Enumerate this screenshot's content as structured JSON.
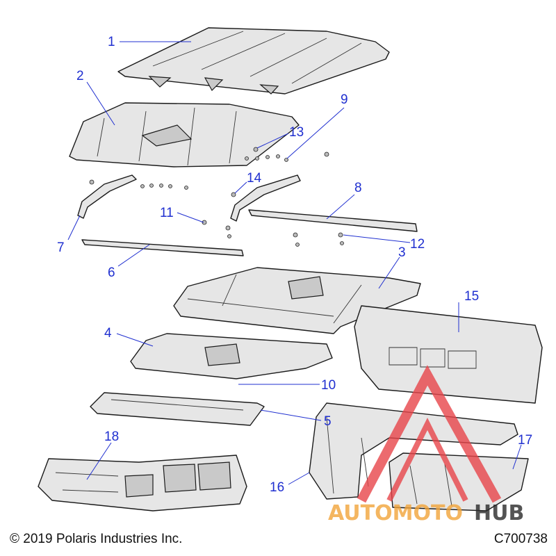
{
  "callouts": [
    {
      "id": "1",
      "label": "1"
    },
    {
      "id": "2",
      "label": "2"
    },
    {
      "id": "3",
      "label": "3"
    },
    {
      "id": "4",
      "label": "4"
    },
    {
      "id": "5",
      "label": "5"
    },
    {
      "id": "6",
      "label": "6"
    },
    {
      "id": "7",
      "label": "7"
    },
    {
      "id": "8",
      "label": "8"
    },
    {
      "id": "9",
      "label": "9"
    },
    {
      "id": "10",
      "label": "10"
    },
    {
      "id": "11",
      "label": "11"
    },
    {
      "id": "12",
      "label": "12"
    },
    {
      "id": "13",
      "label": "13"
    },
    {
      "id": "14",
      "label": "14"
    },
    {
      "id": "15",
      "label": "15"
    },
    {
      "id": "16",
      "label": "16"
    },
    {
      "id": "17",
      "label": "17"
    },
    {
      "id": "18",
      "label": "18"
    }
  ],
  "footer": {
    "copyright": "© 2019 Polaris Industries Inc.",
    "figure_code": "C700738"
  },
  "watermark": {
    "part1": "AUTOMOTO",
    "part2": "HUB",
    "colors": {
      "primary": "#e8454a",
      "secondary": "#f2a43a",
      "dark": "#2a2a2a"
    }
  },
  "colors": {
    "callout": "#1f2fd0"
  }
}
